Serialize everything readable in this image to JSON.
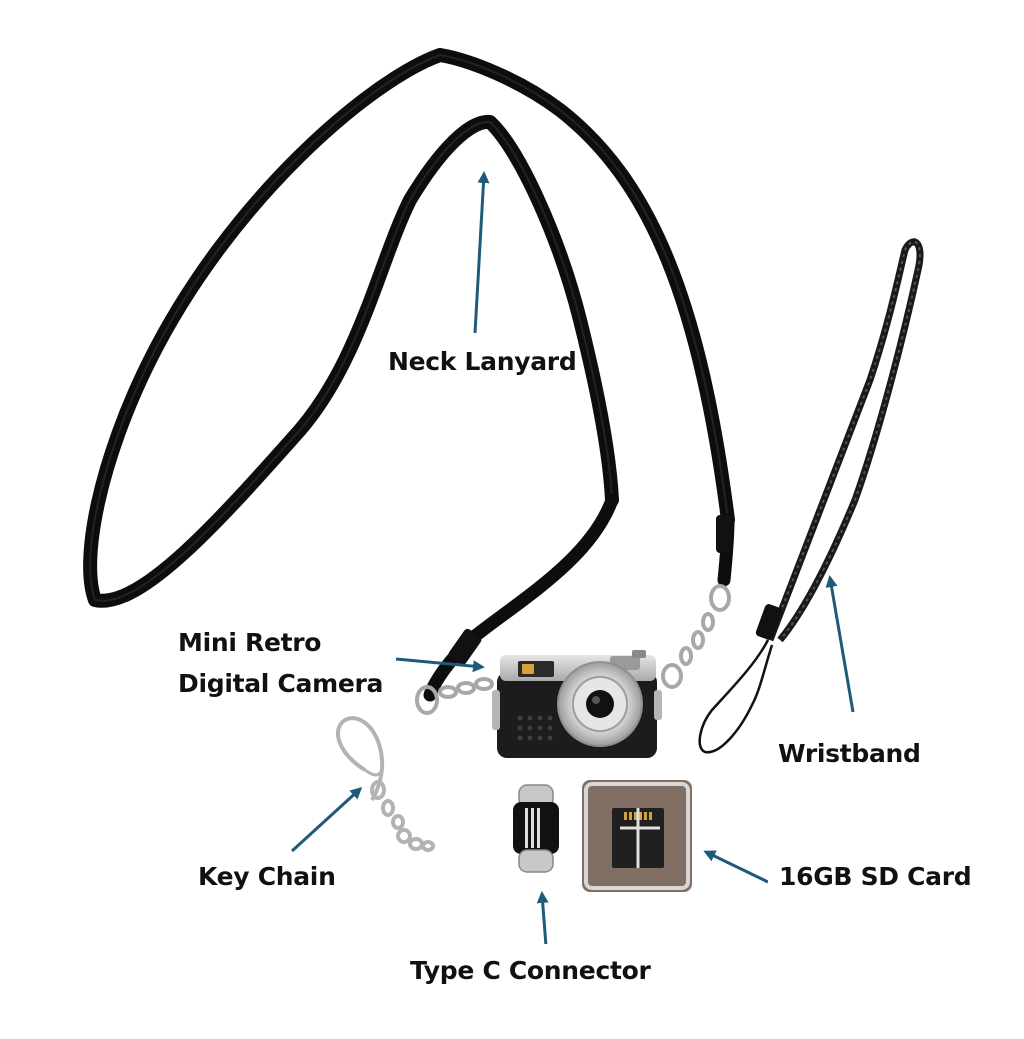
{
  "labels": {
    "neck_lanyard": "Neck Lanyard",
    "mini_retro_line1": "Mini Retro",
    "mini_retro_line2": "Digital Camera",
    "wristband": "Wristband",
    "key_chain": "Key Chain",
    "sd_card": "16GB SD Card",
    "type_c": "Type C Connector"
  },
  "colors": {
    "arrow": "#1f5a78",
    "strap": "#0d0d0d",
    "camera_body": "#1c1c1c",
    "camera_top": "#c8c8c8",
    "metal": "#b9b9b9"
  }
}
